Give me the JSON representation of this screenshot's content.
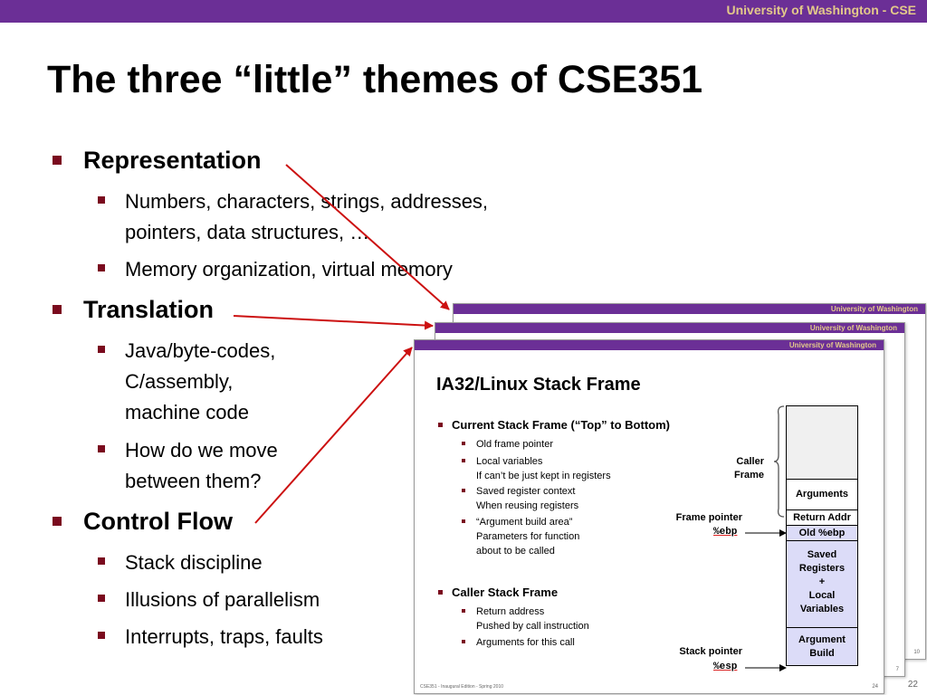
{
  "header": {
    "institution": "University of Washington - CSE"
  },
  "slide_title": "The three “little” themes of CSE351",
  "themes": [
    {
      "label": "Representation",
      "items": [
        "Numbers, characters, strings, addresses,\npointers, data structures, …",
        "Memory organization, virtual memory"
      ]
    },
    {
      "label": "Translation",
      "items": [
        "Java/byte-codes,\nC/assembly,\nmachine code",
        "How do we move\nbetween them?"
      ]
    },
    {
      "label": "Control Flow",
      "items": [
        "Stack discipline",
        "Illusions of parallelism",
        "Interrupts, traps, faults"
      ]
    }
  ],
  "embedded_slides": {
    "back_header": "University of Washington",
    "middle_header": "University of Washington",
    "back_page": "10",
    "middle_page": "7",
    "front": {
      "header": "University of Washington",
      "title": "IA32/Linux Stack Frame",
      "current_frame": {
        "label": "Current Stack Frame (“Top” to Bottom)",
        "items": [
          "Old frame pointer",
          "Local variables\nIf can’t be just kept in registers",
          "Saved register context\nWhen reusing registers",
          "“Argument build area”\nParameters for function\nabout to be called"
        ]
      },
      "caller_frame": {
        "label": "Caller Stack Frame",
        "items": [
          "Return address\nPushed by call instruction",
          "Arguments for this call"
        ]
      },
      "caller_frame_label": "Caller\nFrame",
      "frame_pointer_label": "Frame pointer",
      "frame_pointer_reg": "%ebp",
      "stack_pointer_label": "Stack pointer",
      "stack_pointer_reg": "%esp",
      "stack_cells": [
        "",
        "Arguments",
        "Return Addr",
        "Old %ebp",
        "Saved\nRegisters\n+\nLocal\nVariables",
        "Argument\nBuild"
      ],
      "footer": "CSE351 - Inaugural Edition - Spring 2010",
      "page": "24"
    }
  },
  "slide_number": "22",
  "colors": {
    "header_bar": "#6b2f96",
    "header_text": "#e3c98a",
    "bullet": "#7a0a1e",
    "arrow": "#cc1111",
    "stack_highlight": "#dcdcf8"
  }
}
